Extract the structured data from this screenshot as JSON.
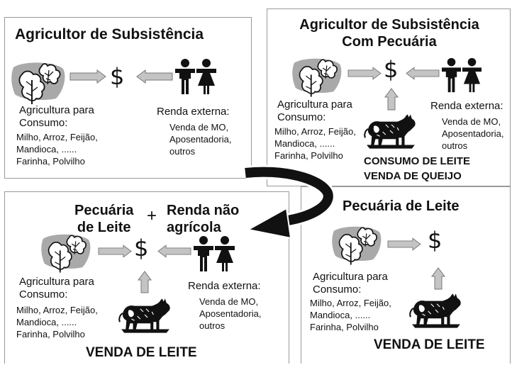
{
  "currency_symbol": "$",
  "panel_tl": {
    "title": "Agricultor de Subsistência",
    "agri_label": [
      "Agricultura para",
      "Consumo:"
    ],
    "crops": [
      "Milho, Arroz, Feijão,",
      "Mandioca, ......",
      "Farinha, Polvilho"
    ],
    "income_label": "Renda externa:",
    "income_items": [
      "Venda de MO,",
      "Aposentadoria,",
      "outros"
    ]
  },
  "panel_tr": {
    "title_lines": [
      "Agricultor de Subsistência",
      "Com Pecuária"
    ],
    "agri_label": [
      "Agricultura para",
      "Consumo:"
    ],
    "crops": [
      "Milho, Arroz, Feijão,",
      "Mandioca, ......",
      "Farinha, Polvilho"
    ],
    "income_label": "Renda externa:",
    "income_items": [
      "Venda de MO,",
      "Aposentadoria,",
      "outros"
    ],
    "footer_lines": [
      "CONSUMO DE LEITE",
      "VENDA DE QUEIJO"
    ]
  },
  "panel_bl": {
    "title_left": [
      "Pecuária",
      "de Leite"
    ],
    "plus": "+",
    "title_right": [
      "Renda não",
      "agrícola"
    ],
    "agri_label": [
      "Agricultura para",
      "Consumo:"
    ],
    "crops": [
      "Milho, Arroz, Feijão,",
      "Mandioca, ......",
      "Farinha, Polvilho"
    ],
    "income_label": "Renda externa:",
    "income_items": [
      "Venda de MO,",
      "Aposentadoria,",
      "outros"
    ],
    "footer": "VENDA DE LEITE"
  },
  "panel_br": {
    "title": "Pecuária de Leite",
    "agri_label": [
      "Agricultura para",
      "Consumo:"
    ],
    "crops": [
      "Milho, Arroz, Feijão,",
      "Mandioca, ......",
      "Farinha, Polvilho"
    ],
    "footer": "VENDA DE LEITE"
  },
  "icons": {
    "leaf": "leaf-cluster-icon",
    "people": "man-woman-icon",
    "cow": "cow-icon",
    "arrow": "gray-arrow-icon",
    "transition": "curved-transition-arrow"
  },
  "colors": {
    "arrow_gray": "#c4c4c4",
    "leaf_bg": "#a9a9a9",
    "border": "#9a9a9a"
  }
}
